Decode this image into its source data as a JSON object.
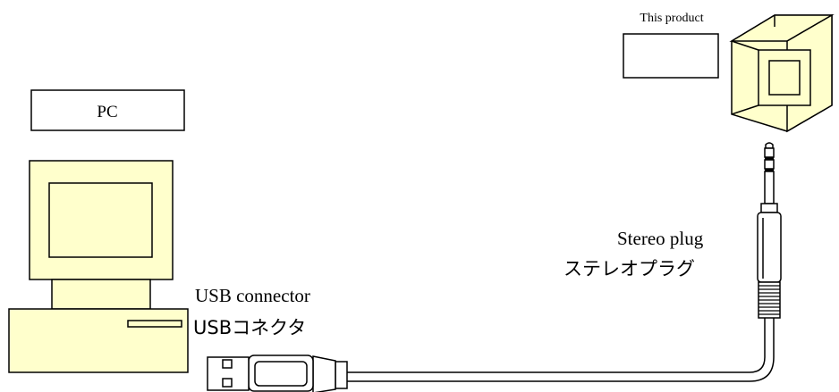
{
  "labels": {
    "pc": "PC",
    "this_product": "This product",
    "usb_en": "USB connector",
    "usb_ja": "USBコネクタ",
    "stereo_en": "Stereo plug",
    "stereo_ja": "ステレオプラグ"
  },
  "colors": {
    "device_fill": "#ffffcc",
    "outline": "#000000"
  }
}
